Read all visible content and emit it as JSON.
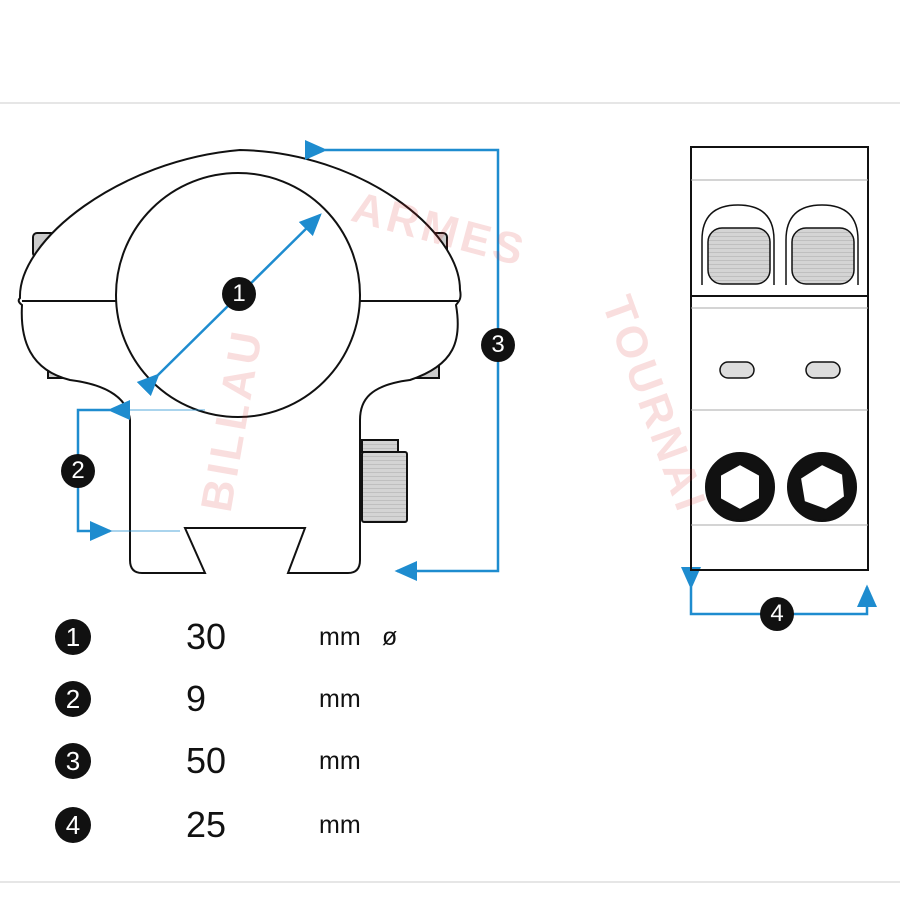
{
  "watermark": {
    "text_top": "ARMES",
    "text_left": "BILLAU",
    "text_right": "TOURNAI"
  },
  "callouts": [
    "1",
    "2",
    "3",
    "4"
  ],
  "legend": [
    {
      "number": "1",
      "value": "30",
      "unit": "mm",
      "extra": "ø"
    },
    {
      "number": "2",
      "value": "9",
      "unit": "mm"
    },
    {
      "number": "3",
      "value": "50",
      "unit": "mm"
    },
    {
      "number": "4",
      "value": "25",
      "unit": "mm"
    }
  ],
  "colors": {
    "dimension_line": "#1e8ccf",
    "outline": "#111111",
    "knurl": "#cfcfcf"
  }
}
